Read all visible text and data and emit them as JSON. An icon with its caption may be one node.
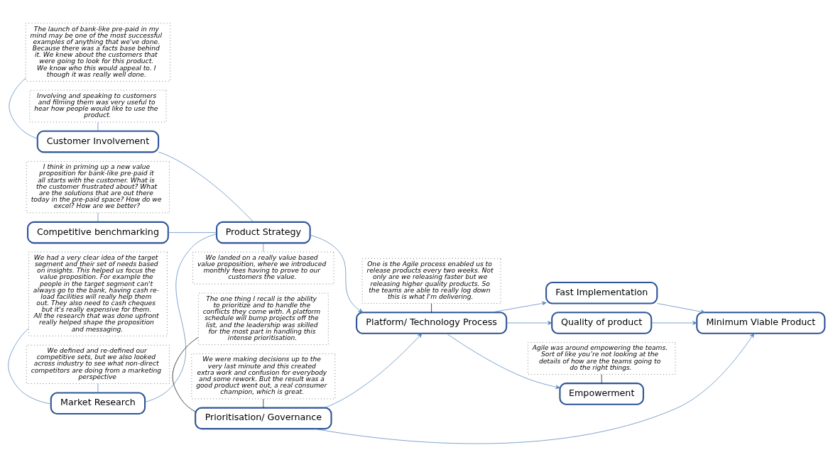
{
  "diagram": {
    "nodes": [
      {
        "text": [
          "Market Research"
        ]
      },
      {
        "text": [
          "Customer Involvement"
        ]
      },
      {
        "text": [
          "Competitive benchmarking"
        ]
      },
      {
        "text": [
          "Product Strategy"
        ]
      },
      {
        "text": [
          "Platform/ Technology Process"
        ]
      },
      {
        "text": [
          "Empowerment"
        ]
      },
      {
        "text": [
          "Quality of product"
        ]
      },
      {
        "text": [
          "Fast Implementation"
        ]
      },
      {
        "text": [
          "Prioritisation/ Governance"
        ]
      },
      {
        "text": [
          "Minimum Viable Product"
        ]
      },
      {
        "text": [
          "We had a very clear idea of the target segment and their set of needs based on insights. This helped us focus the value proposition. For example the people in the target segment can't always go to the bank, having cash re-load facilities will really help them out. They also need to cash cheques but it's really expensive for them. All the research that was done upfront really helped shape the proposition and messaging."
        ]
      },
      {
        "text": [
          "We defined and re-defined our competitive sets, but we also looked across industry to see what non-direct competitors are doing from a marketing perspective"
        ]
      },
      {
        "text": [
          "The launch of bank-like pre-paid in my mind may be one of the most successful examples of anything that we've done. Because there was a facts base behind it. We knew about the customers that were going to look for this product. We know who this would appeal to. I though it was really well done."
        ]
      },
      {
        "text": [
          "Involving and speaking to customers and filming them was very useful to hear how people would like to use the product."
        ]
      },
      {
        "text": [
          "I think in priming up a new value proposition for bank-like pre-paid it all starts with the customer. What is the customer frustrated about? What are the solutions that are out there today in the pre-paid space? How do we excel? How are we better?"
        ]
      },
      {
        "text": [
          "We landed on a really value based value proposition, where we introduced monthly fees having to prove to our customers the value."
        ]
      },
      {
        "text": [
          "One is the Agile process enabled us to release products every two weeks. Not only are we releasing faster but we releasing higher quality products. So the teams are able to really log down this is what I'm delivering."
        ]
      },
      {
        "text": [
          "Agile was around empowering the teams. Sort of like you’re not looking at the details of how are the teams going to do the right things."
        ]
      },
      {
        "text": [
          "The one thing I recall is the ability to prioritize and to handle the conflicts they come with. A platform schedule will bump projects off the list, and the leadership was skilled for the most part in handling this intense prioritisation."
        ]
      },
      {
        "text": [
          "We were making decisions up to the very last minute and this created extra work and confusion for everybody and some rework. But the result was a good product went out, a real consumer champion, which is great."
        ]
      }
    ],
    "edges": [
      {
        "from": 10,
        "to": 0,
        "arrow": "none"
      },
      {
        "from": 11,
        "to": 0,
        "arrow": "none"
      },
      {
        "from": 0,
        "to": 3,
        "arrow": "none"
      },
      {
        "from": 12,
        "to": 1,
        "arrow": "none"
      },
      {
        "from": 13,
        "to": 1,
        "arrow": "none"
      },
      {
        "from": 1,
        "to": 3,
        "arrow": "none"
      },
      {
        "from": 14,
        "to": 2,
        "arrow": "none"
      },
      {
        "from": 2,
        "to": 3,
        "arrow": "none"
      },
      {
        "from": 3,
        "to": 15,
        "arrow": "none"
      },
      {
        "from": 3,
        "to": 4,
        "arrow": "to"
      },
      {
        "from": 16,
        "to": 4,
        "arrow": "none",
        "color": "#000000"
      },
      {
        "from": 4,
        "to": 5,
        "arrow": "to"
      },
      {
        "from": 17,
        "to": 5,
        "arrow": "none",
        "color": "#000000"
      },
      {
        "from": 4,
        "to": 6,
        "arrow": "to"
      },
      {
        "from": 4,
        "to": 7,
        "arrow": "to"
      },
      {
        "from": 6,
        "to": 9,
        "arrow": "to"
      },
      {
        "from": 7,
        "to": 9,
        "arrow": "to"
      },
      {
        "from": 8,
        "to": 4,
        "arrow": "to"
      },
      {
        "from": 8,
        "to": 9,
        "arrow": "to"
      },
      {
        "from": 18,
        "to": 8,
        "arrow": "none",
        "color": "#000000"
      },
      {
        "from": 19,
        "to": 8,
        "arrow": "none",
        "color": "#000000"
      }
    ]
  }
}
